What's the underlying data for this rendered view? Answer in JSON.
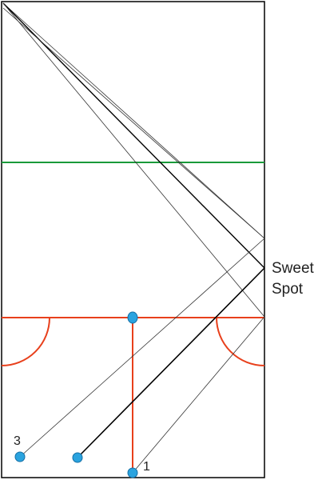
{
  "labels": {
    "sweet_spot_line1": "Sweet",
    "sweet_spot_line2": "Spot",
    "marker_3": "3",
    "marker_1": "1"
  },
  "colors": {
    "court_outline": "#000000",
    "green_line": "#1a9a3a",
    "red_line": "#e8401c",
    "ball_fill": "#2aa3df",
    "ball_stroke": "#1570a6",
    "thin_path": "#333333",
    "thick_path": "#000000"
  },
  "icons": {
    "ball": "ball-icon"
  }
}
